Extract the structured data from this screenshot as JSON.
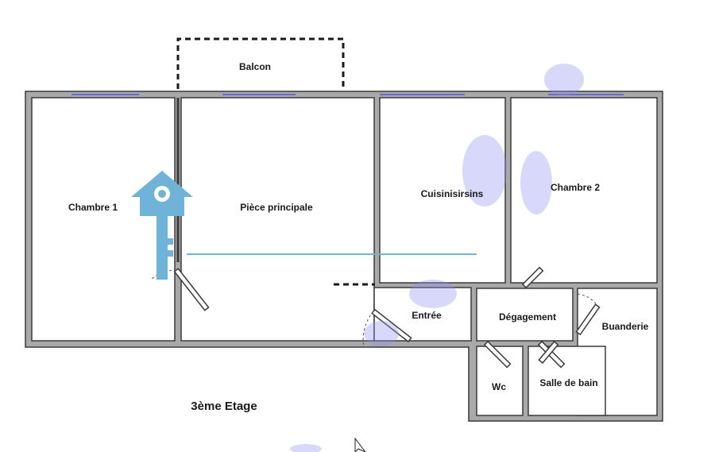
{
  "plan": {
    "floor_label": "3ème Etage",
    "rooms": {
      "balcon": "Balcon",
      "chambre1": "Chambre 1",
      "piece_principale": "Pièce principale",
      "cuisine": "Cuisinisirsins",
      "chambre2": "Chambre 2",
      "entree": "Entrée",
      "degagement": "Dégagement",
      "buanderie": "Buanderie",
      "wc": "Wc",
      "salle_de_bain": "Salle de bain"
    }
  },
  "colors": {
    "wall": "#a9a9a9",
    "window": "#6a6ad6",
    "key_icon": "#6fb3d8",
    "measure_line": "#6fb3d8",
    "watermark": "#8f8ff0"
  },
  "icons": {
    "key": "house-key-icon",
    "cursor": "cursor-arrow-icon"
  }
}
